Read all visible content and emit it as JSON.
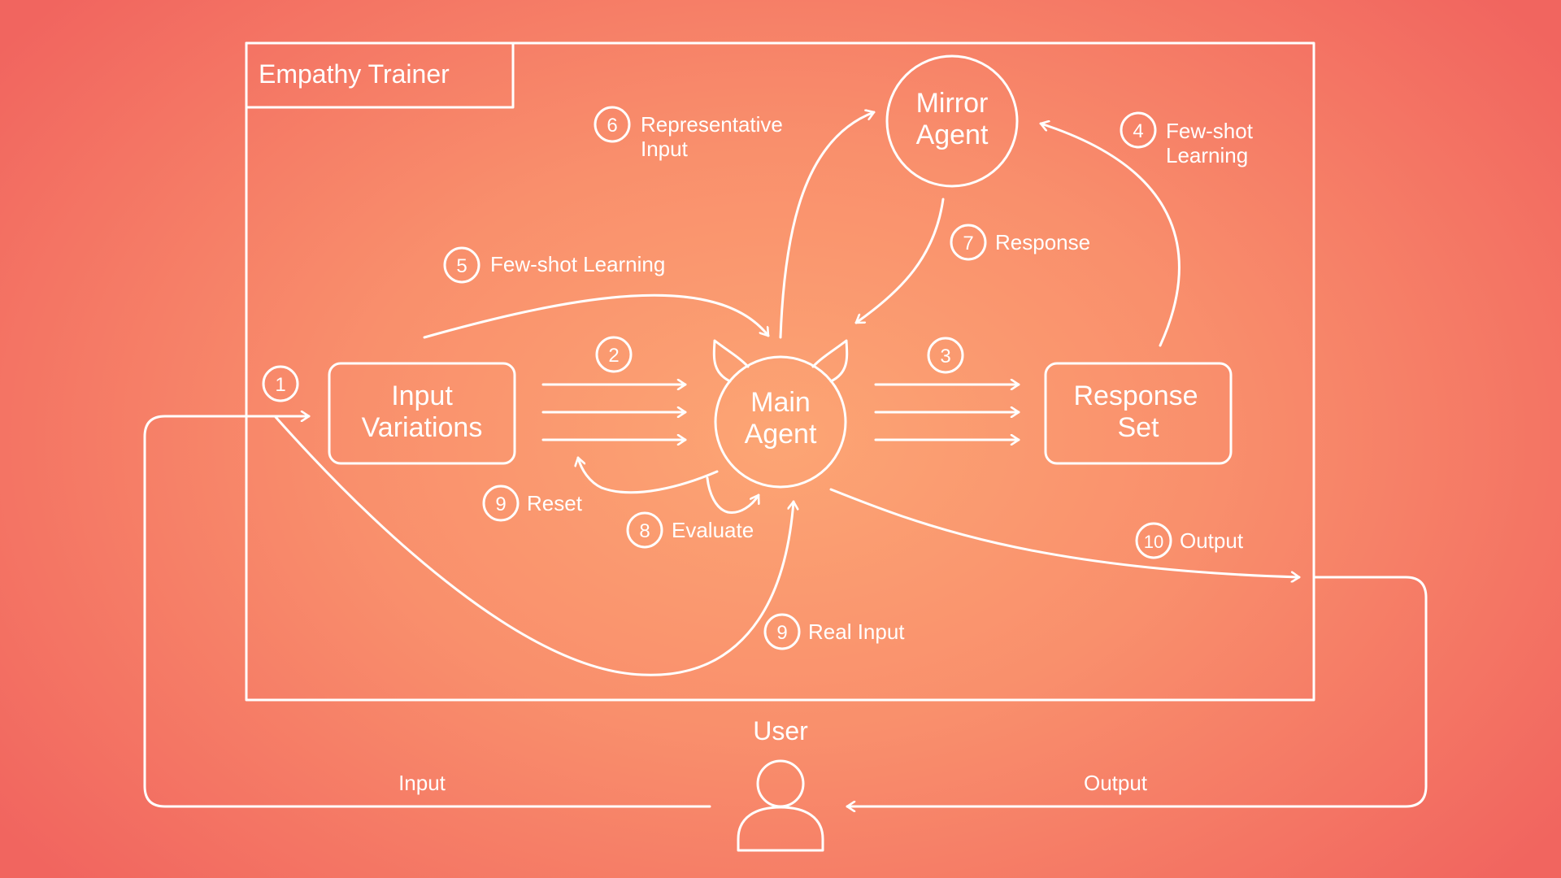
{
  "title": "Empathy Trainer",
  "nodes": {
    "input_variations": [
      "Input",
      "Variations"
    ],
    "main_agent": [
      "Main",
      "Agent"
    ],
    "mirror_agent": [
      "Mirror",
      "Agent"
    ],
    "response_set": [
      "Response",
      "Set"
    ]
  },
  "user_label": "User",
  "outer_input_label": "Input",
  "outer_output_label": "Output",
  "steps": [
    {
      "num": "1",
      "label": ""
    },
    {
      "num": "2",
      "label": ""
    },
    {
      "num": "3",
      "label": ""
    },
    {
      "num": "4",
      "label": "Few-shot",
      "label2": "Learning"
    },
    {
      "num": "5",
      "label": "Few-shot Learning"
    },
    {
      "num": "6",
      "label": "Representative",
      "label2": "Input"
    },
    {
      "num": "7",
      "label": "Response"
    },
    {
      "num": "8",
      "label": "Evaluate"
    },
    {
      "num": "9",
      "label": "Reset"
    },
    {
      "num": "9",
      "label": "Real Input"
    },
    {
      "num": "10",
      "label": "Output"
    }
  ],
  "colors": {
    "line": "#ffffff",
    "bg_center": "#fca574",
    "bg_edge": "#f1655f"
  }
}
